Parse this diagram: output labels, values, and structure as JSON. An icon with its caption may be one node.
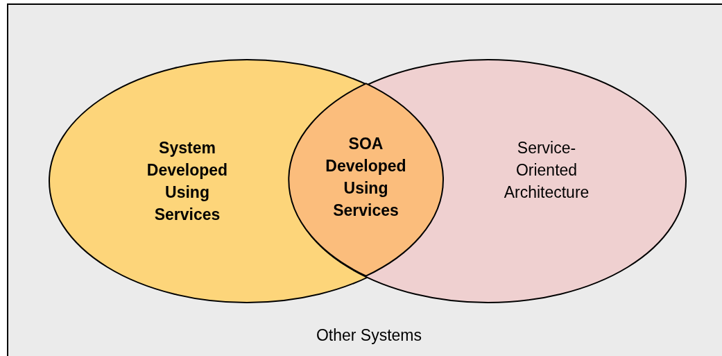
{
  "diagram": {
    "nodes": [
      {
        "text": [
          "Other Systems"
        ]
      },
      {
        "text": [
          "System Developed Using Services"
        ],
        "in": 0
      },
      {
        "text": [
          "Service-Oriented Architecture"
        ],
        "in": 0
      },
      {
        "text": [
          "SOA Developed Using Services"
        ]
      }
    ]
  }
}
